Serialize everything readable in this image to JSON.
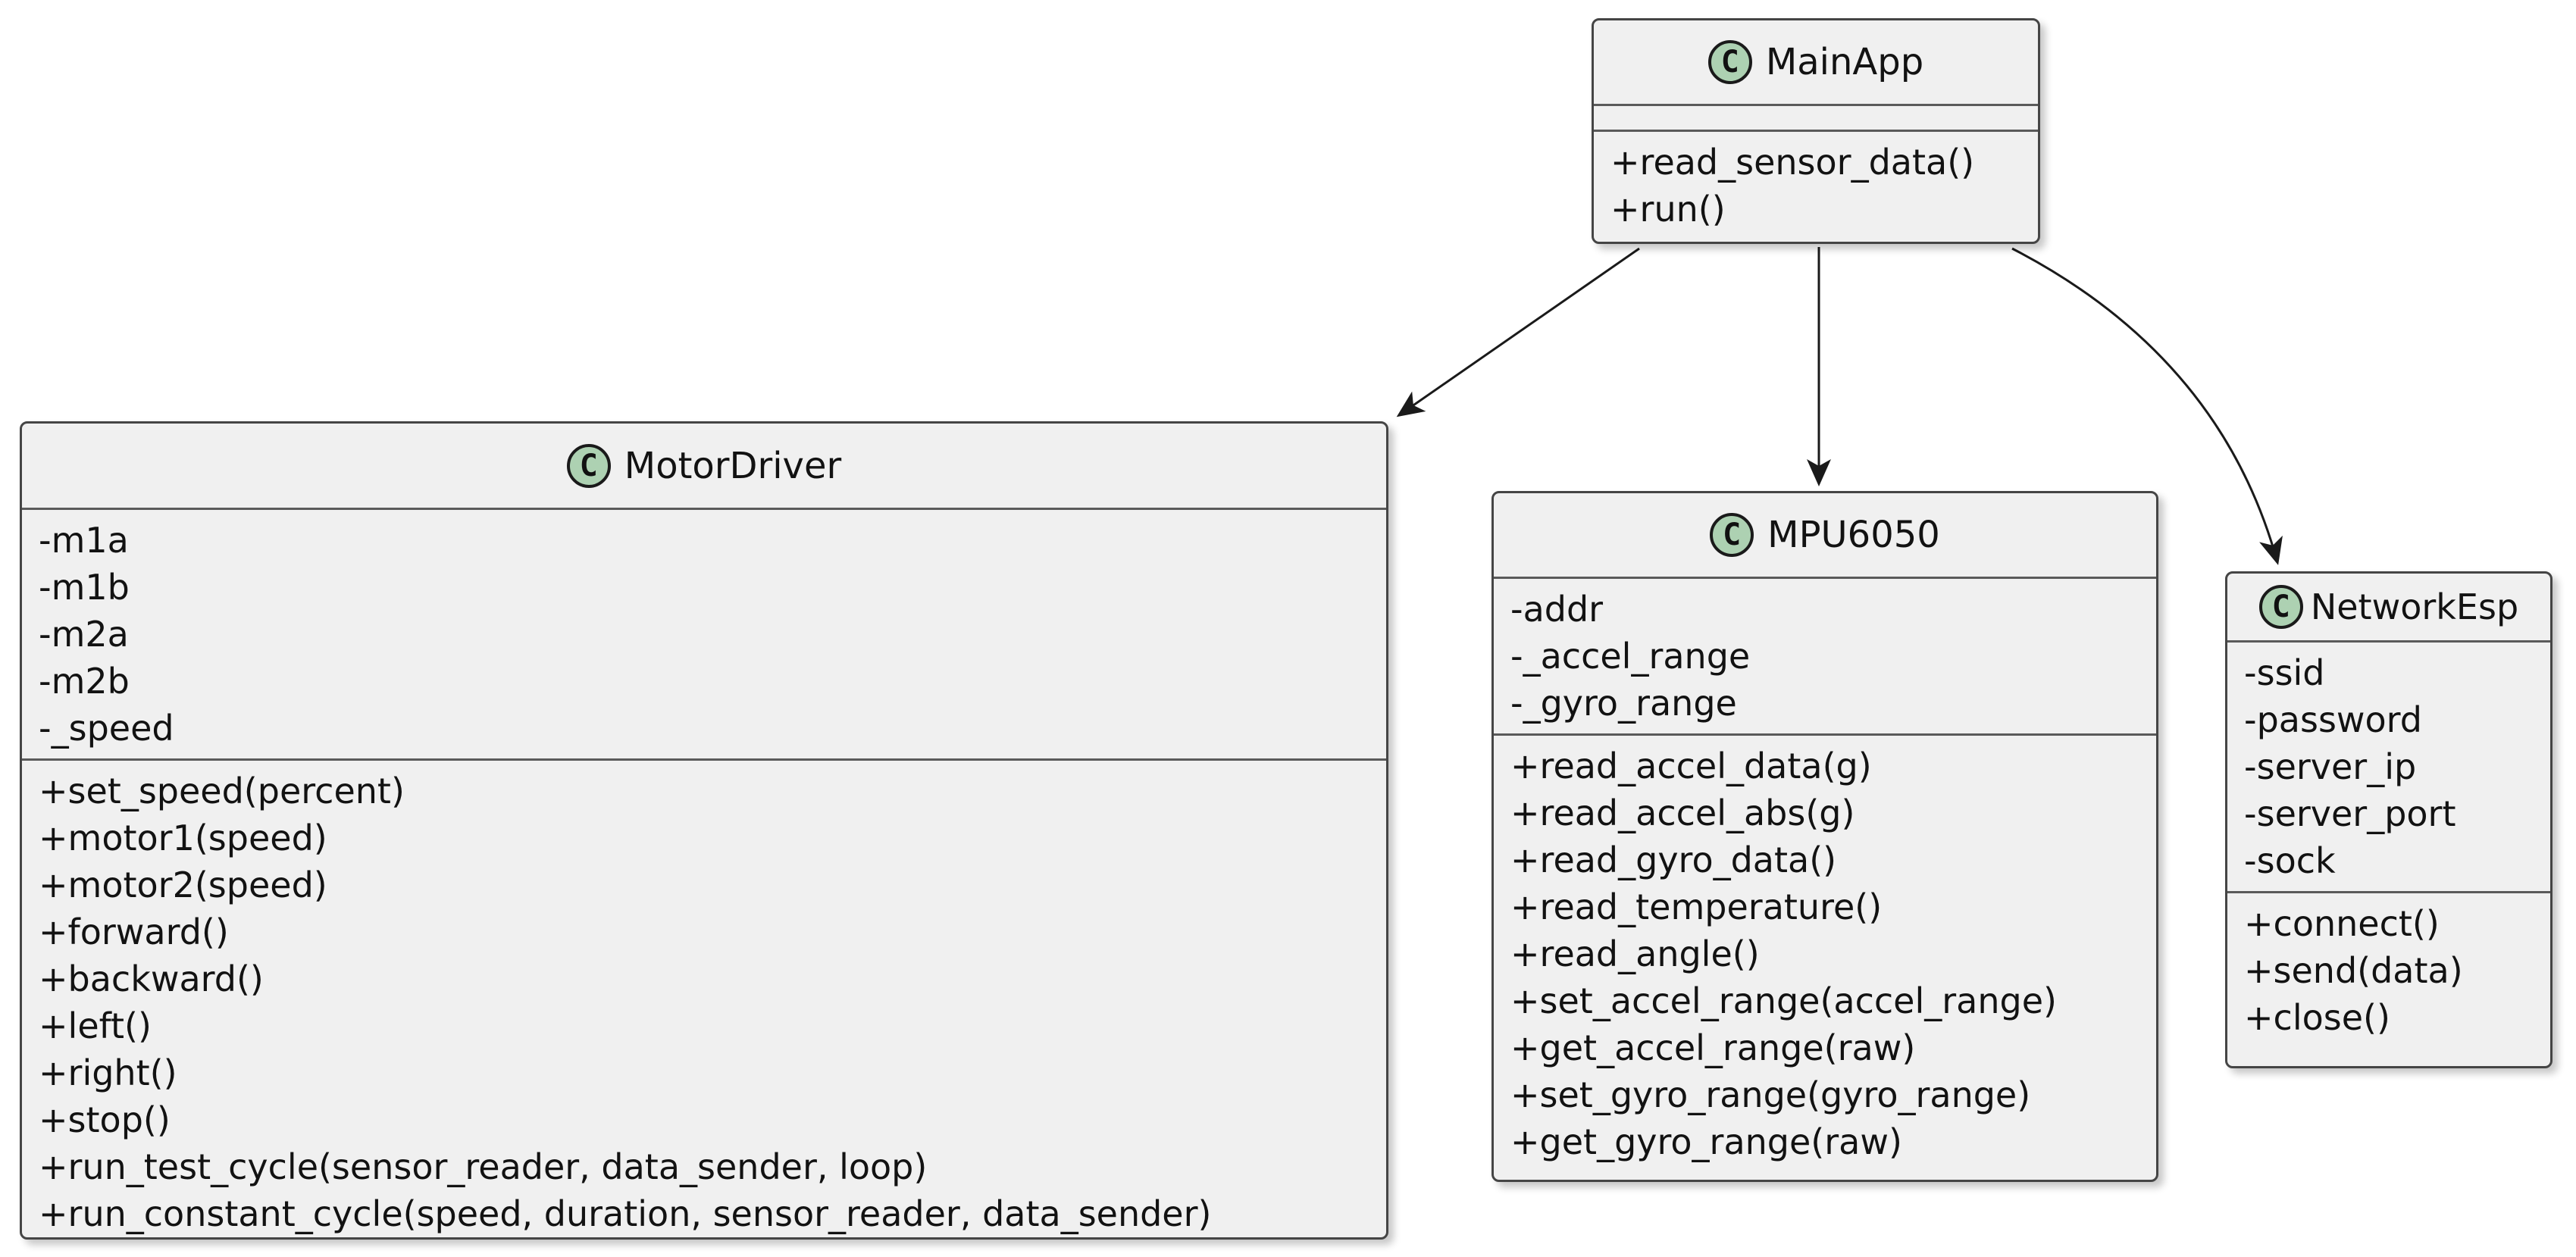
{
  "colors": {
    "box-fill": "#f0f0f0",
    "box-border": "#454545",
    "separator": "#5a5a5a",
    "text": "#121212",
    "icon-fill": "#ADD1B2",
    "icon-border": "#1a1a1a",
    "arrow": "#1a1a1a",
    "page-bg": "#ffffff"
  },
  "diagram": {
    "classes": [
      {
        "name": "MainApp",
        "icon_letter": "C",
        "attributes": [],
        "methods": [
          "+read_sensor_data()",
          "+run()"
        ]
      },
      {
        "name": "MotorDriver",
        "icon_letter": "C",
        "attributes": [
          "-m1a",
          "-m1b",
          "-m2a",
          "-m2b",
          "-_speed"
        ],
        "methods": [
          "+set_speed(percent)",
          "+motor1(speed)",
          "+motor2(speed)",
          "+forward()",
          "+backward()",
          "+left()",
          "+right()",
          "+stop()",
          "+run_test_cycle(sensor_reader, data_sender, loop)",
          "+run_constant_cycle(speed, duration, sensor_reader, data_sender)"
        ]
      },
      {
        "name": "MPU6050",
        "icon_letter": "C",
        "attributes": [
          "-addr",
          "-_accel_range",
          "-_gyro_range"
        ],
        "methods": [
          "+read_accel_data(g)",
          "+read_accel_abs(g)",
          "+read_gyro_data()",
          "+read_temperature()",
          "+read_angle()",
          "+set_accel_range(accel_range)",
          "+get_accel_range(raw)",
          "+set_gyro_range(gyro_range)",
          "+get_gyro_range(raw)"
        ]
      },
      {
        "name": "NetworkEsp",
        "icon_letter": "C",
        "attributes": [
          "-ssid",
          "-password",
          "-server_ip",
          "-server_port",
          "-sock"
        ],
        "methods": [
          "+connect()",
          "+send(data)",
          "+close()"
        ]
      }
    ],
    "relations": [
      {
        "from": "MainApp",
        "to": "MotorDriver",
        "type": "arrow"
      },
      {
        "from": "MainApp",
        "to": "MPU6050",
        "type": "arrow"
      },
      {
        "from": "MainApp",
        "to": "NetworkEsp",
        "type": "arrow"
      }
    ]
  }
}
